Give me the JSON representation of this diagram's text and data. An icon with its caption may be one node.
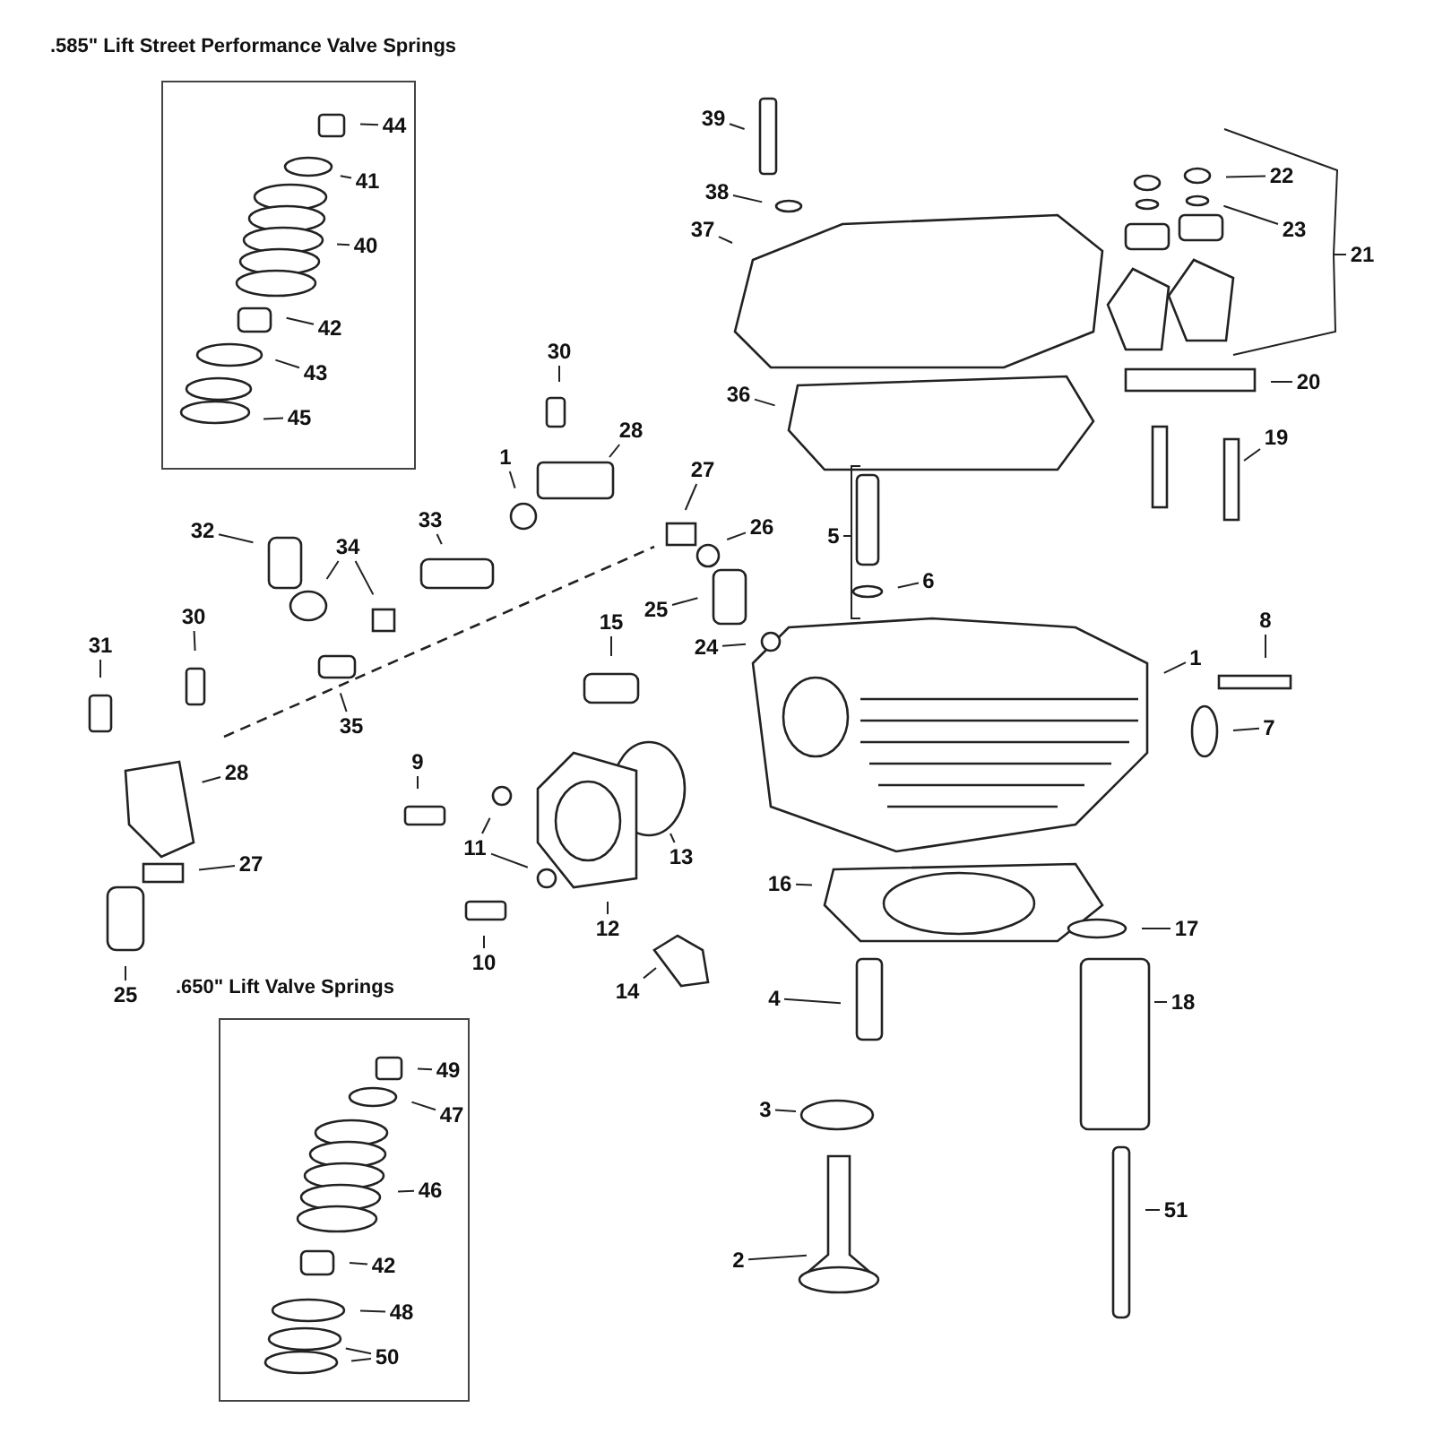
{
  "diagram": {
    "nodes": [
      {
        "text": [
          ".585\" Lift Street Performance Valve Springs"
        ]
      },
      {
        "text": [
          "44"
        ],
        "in": 0
      },
      {
        "text": [
          "41"
        ],
        "in": 0
      },
      {
        "text": [
          "40"
        ],
        "in": 0
      },
      {
        "text": [
          "42"
        ],
        "in": 0
      },
      {
        "text": [
          "43"
        ],
        "in": 0
      },
      {
        "text": [
          "45"
        ],
        "in": 0
      },
      {
        "text": [
          "39"
        ]
      },
      {
        "text": [
          "22"
        ]
      },
      {
        "text": [
          "38"
        ]
      },
      {
        "text": [
          "23"
        ]
      },
      {
        "text": [
          "37"
        ]
      },
      {
        "text": [
          "21"
        ]
      },
      {
        "text": [
          "30"
        ]
      },
      {
        "text": [
          "20"
        ]
      },
      {
        "text": [
          "36"
        ]
      },
      {
        "text": [
          "28"
        ]
      },
      {
        "text": [
          "19"
        ]
      },
      {
        "text": [
          "1"
        ]
      },
      {
        "text": [
          "27"
        ]
      },
      {
        "text": [
          "26"
        ]
      },
      {
        "text": [
          "32"
        ]
      },
      {
        "text": [
          "33"
        ]
      },
      {
        "text": [
          "5"
        ]
      },
      {
        "text": [
          "34"
        ]
      },
      {
        "text": [
          "6"
        ]
      },
      {
        "text": [
          "25"
        ]
      },
      {
        "text": [
          "30"
        ]
      },
      {
        "text": [
          "15"
        ]
      },
      {
        "text": [
          "8"
        ]
      },
      {
        "text": [
          "24"
        ]
      },
      {
        "text": [
          "31"
        ]
      },
      {
        "text": [
          "1"
        ]
      },
      {
        "text": [
          "35"
        ]
      },
      {
        "text": [
          "7"
        ]
      },
      {
        "text": [
          "9"
        ]
      },
      {
        "text": [
          "28"
        ]
      },
      {
        "text": [
          "13"
        ]
      },
      {
        "text": [
          "11"
        ]
      },
      {
        "text": [
          "27"
        ]
      },
      {
        "text": [
          "16"
        ]
      },
      {
        "text": [
          "12"
        ]
      },
      {
        "text": [
          "17"
        ]
      },
      {
        "text": [
          "10"
        ]
      },
      {
        "text": [
          "25"
        ]
      },
      {
        "text": [
          "14"
        ]
      },
      {
        "text": [
          ".650\" Lift Valve Springs"
        ]
      },
      {
        "text": [
          "49"
        ],
        "in": 46
      },
      {
        "text": [
          "47"
        ],
        "in": 46
      },
      {
        "text": [
          "46"
        ],
        "in": 46
      },
      {
        "text": [
          "42"
        ],
        "in": 46
      },
      {
        "text": [
          "48"
        ],
        "in": 46
      },
      {
        "text": [
          "50"
        ],
        "in": 46
      },
      {
        "text": [
          "4"
        ]
      },
      {
        "text": [
          "18"
        ]
      },
      {
        "text": [
          "3"
        ]
      },
      {
        "text": [
          "51"
        ]
      },
      {
        "text": [
          "2"
        ]
      }
    ],
    "edges": [
      {
        "from": 1,
        "to": null,
        "arrow": "none"
      },
      {
        "from": 2,
        "to": null,
        "arrow": "none"
      },
      {
        "from": 3,
        "to": null,
        "arrow": "none"
      },
      {
        "from": 4,
        "to": null,
        "arrow": "none"
      },
      {
        "from": 5,
        "to": null,
        "arrow": "none"
      },
      {
        "from": 6,
        "to": null,
        "arrow": "none"
      },
      {
        "from": 7,
        "to": null,
        "arrow": "none"
      },
      {
        "from": 8,
        "to": null,
        "arrow": "none"
      },
      {
        "from": 9,
        "to": null,
        "arrow": "none"
      },
      {
        "from": 10,
        "to": null,
        "arrow": "none"
      },
      {
        "from": 11,
        "to": null,
        "arrow": "none"
      },
      {
        "from": 12,
        "to": null,
        "arrow": "none"
      },
      {
        "from": 13,
        "to": null,
        "arrow": "none"
      },
      {
        "from": 14,
        "to": null,
        "arrow": "none"
      },
      {
        "from": 15,
        "to": null,
        "arrow": "none"
      },
      {
        "from": 16,
        "to": null,
        "arrow": "none"
      },
      {
        "from": 17,
        "to": null,
        "arrow": "none"
      },
      {
        "from": 18,
        "to": null,
        "arrow": "none"
      },
      {
        "from": 19,
        "to": null,
        "arrow": "none"
      },
      {
        "from": 20,
        "to": null,
        "arrow": "none"
      },
      {
        "from": 21,
        "to": null,
        "arrow": "none"
      },
      {
        "from": 22,
        "to": null,
        "arrow": "none"
      },
      {
        "from": 23,
        "to": null,
        "arrow": "none"
      },
      {
        "from": 24,
        "to": null,
        "arrow": "none"
      },
      {
        "from": 24,
        "to": null,
        "arrow": "none"
      },
      {
        "from": 25,
        "to": null,
        "arrow": "none"
      },
      {
        "from": 26,
        "to": null,
        "arrow": "none"
      },
      {
        "from": 27,
        "to": null,
        "arrow": "none"
      },
      {
        "from": 28,
        "to": null,
        "arrow": "none"
      },
      {
        "from": 29,
        "to": null,
        "arrow": "none"
      },
      {
        "from": 30,
        "to": null,
        "arrow": "none"
      },
      {
        "from": 31,
        "to": null,
        "arrow": "none"
      },
      {
        "from": 32,
        "to": null,
        "arrow": "none"
      },
      {
        "from": 33,
        "to": null,
        "arrow": "none"
      },
      {
        "from": 34,
        "to": null,
        "arrow": "none"
      },
      {
        "from": 35,
        "to": null,
        "arrow": "none"
      },
      {
        "from": 36,
        "to": null,
        "arrow": "none"
      },
      {
        "from": 37,
        "to": null,
        "arrow": "none"
      },
      {
        "from": 38,
        "to": null,
        "arrow": "none"
      },
      {
        "from": 38,
        "to": null,
        "arrow": "none"
      },
      {
        "from": 39,
        "to": null,
        "arrow": "none"
      },
      {
        "from": 40,
        "to": null,
        "arrow": "none"
      },
      {
        "from": 41,
        "to": null,
        "arrow": "none"
      },
      {
        "from": 42,
        "to": null,
        "arrow": "none"
      },
      {
        "from": 43,
        "to": null,
        "arrow": "none"
      },
      {
        "from": 44,
        "to": null,
        "arrow": "none"
      },
      {
        "from": 45,
        "to": null,
        "arrow": "none"
      },
      {
        "from": 47,
        "to": null,
        "arrow": "none"
      },
      {
        "from": 48,
        "to": null,
        "arrow": "none"
      },
      {
        "from": 49,
        "to": null,
        "arrow": "none"
      },
      {
        "from": 50,
        "to": null,
        "arrow": "none"
      },
      {
        "from": 51,
        "to": null,
        "arrow": "none"
      },
      {
        "from": 52,
        "to": null,
        "arrow": "none"
      },
      {
        "from": 52,
        "to": null,
        "arrow": "none"
      },
      {
        "from": 53,
        "to": null,
        "arrow": "none"
      },
      {
        "from": 54,
        "to": null,
        "arrow": "none"
      },
      {
        "from": 55,
        "to": null,
        "arrow": "none"
      },
      {
        "from": 56,
        "to": null,
        "arrow": "none"
      },
      {
        "from": 57,
        "to": null,
        "arrow": "none"
      }
    ]
  }
}
